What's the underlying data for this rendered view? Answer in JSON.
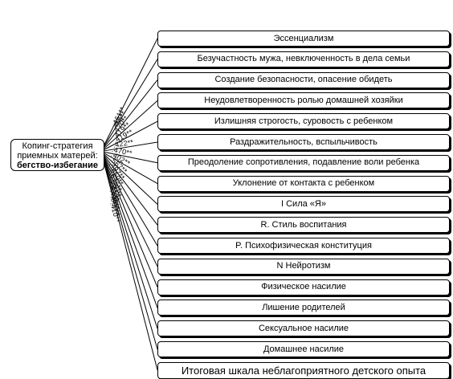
{
  "source": {
    "line1": "Копинг-стратегия",
    "line2": "приемных матерей:",
    "line3": "бегство-избегание"
  },
  "targets": [
    {
      "label": "Эссенциализм",
      "coef": ".461**"
    },
    {
      "label": "Безучастность мужа, невключенность в дела семьи",
      "coef": ".455**"
    },
    {
      "label": "Создание безопасности, опасение обидеть",
      "coef": ".470**"
    },
    {
      "label": "Неудовлетворенность ролью домашней хозяйки",
      "coef": ".419**"
    },
    {
      "label": "Излишняя строгость, суровость с ребенком",
      "coef": ".419**"
    },
    {
      "label": "Раздражительность, вспыльчивость",
      "coef": ".422**"
    },
    {
      "label": "Преодоление сопротивления, подавление воли ребенка",
      "coef": ".470**"
    },
    {
      "label": "Уклонение от контакта с ребенком",
      "coef": ".402**"
    },
    {
      "label": "I Сила «Я»",
      "coef": ".567**"
    },
    {
      "label": "R. Стиль воспитания",
      "coef": ".497**"
    },
    {
      "label": "P. Психофизическая конституция",
      "coef": ".650**"
    },
    {
      "label": "N Нейротизм",
      "coef": ".636**"
    },
    {
      "label": "Физическое насилие",
      "coef": ".580**"
    },
    {
      "label": "Лишение родителей",
      "coef": ".413*"
    },
    {
      "label": "Сексуальное насилие",
      "coef": ".425**"
    },
    {
      "label": "Домашнее насилие",
      "coef": ".500**"
    },
    {
      "label": "Итоговая шкала неблагоприятного детского опыта",
      "coef": ".410**"
    }
  ]
}
